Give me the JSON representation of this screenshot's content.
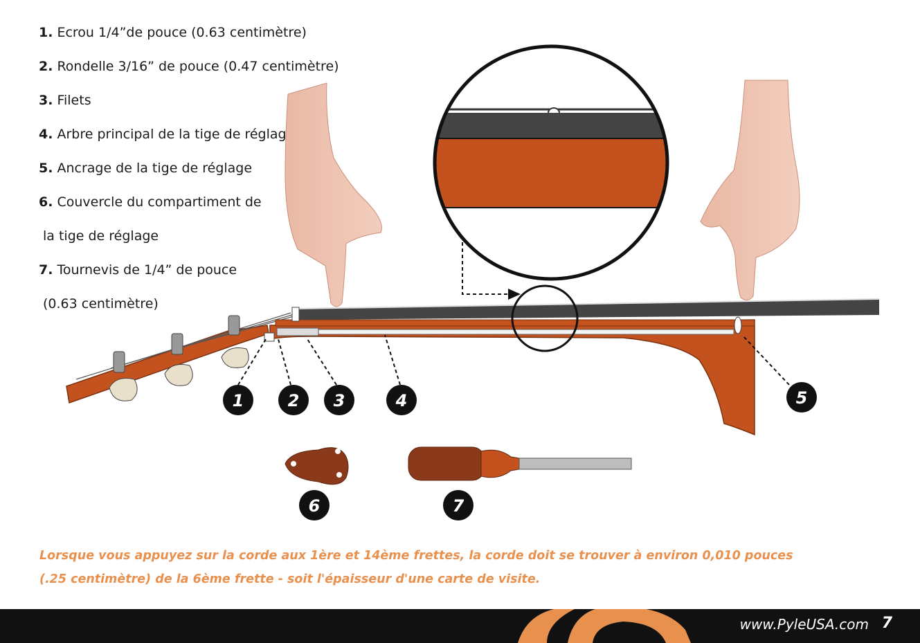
{
  "legend": [
    {
      "num": "1.",
      "text": "Ecrou 1/4”de pouce (0.63 centimètre)"
    },
    {
      "num": "2.",
      "text": "Rondelle 3/16” de pouce (0.47 centimètre)"
    },
    {
      "num": "3.",
      "text": "Filets"
    },
    {
      "num": "4.",
      "text": "Arbre principal de la tige de réglage"
    },
    {
      "num": "5.",
      "text": "Ancrage de la tige de réglage"
    },
    {
      "num": "6.",
      "text": "Couvercle du compartiment de"
    },
    {
      "num": "",
      "text": "la tige de réglage"
    },
    {
      "num": "7.",
      "text": "Tournevis de 1/4” de pouce"
    },
    {
      "num": "",
      "text": "(0.63 centimètre)"
    }
  ],
  "badges": [
    "1",
    "2",
    "3",
    "4",
    "5",
    "6",
    "7"
  ],
  "note": {
    "line1": "Lorsque vous appuyez sur la corde aux 1ère et 14ème frettes, la corde doit se trouver à environ 0,010 pouces",
    "line2": "(.25 centimètre) de la 6ème frette - soit l'épaisseur d'une carte de visite."
  },
  "footer": {
    "url": "www.PyleUSA.com",
    "page": "7"
  },
  "colors": {
    "wood": "#c4521e",
    "dark_wood": "#8a3a1a",
    "accent": "#e8914f",
    "fretboard": "#444444",
    "footer": "#111111"
  },
  "icons": [
    "pointing-hand-left-icon",
    "pointing-hand-right-icon",
    "guitar-neck-diagram",
    "truss-rod-cover-icon",
    "screwdriver-icon",
    "magnifier-circle"
  ]
}
